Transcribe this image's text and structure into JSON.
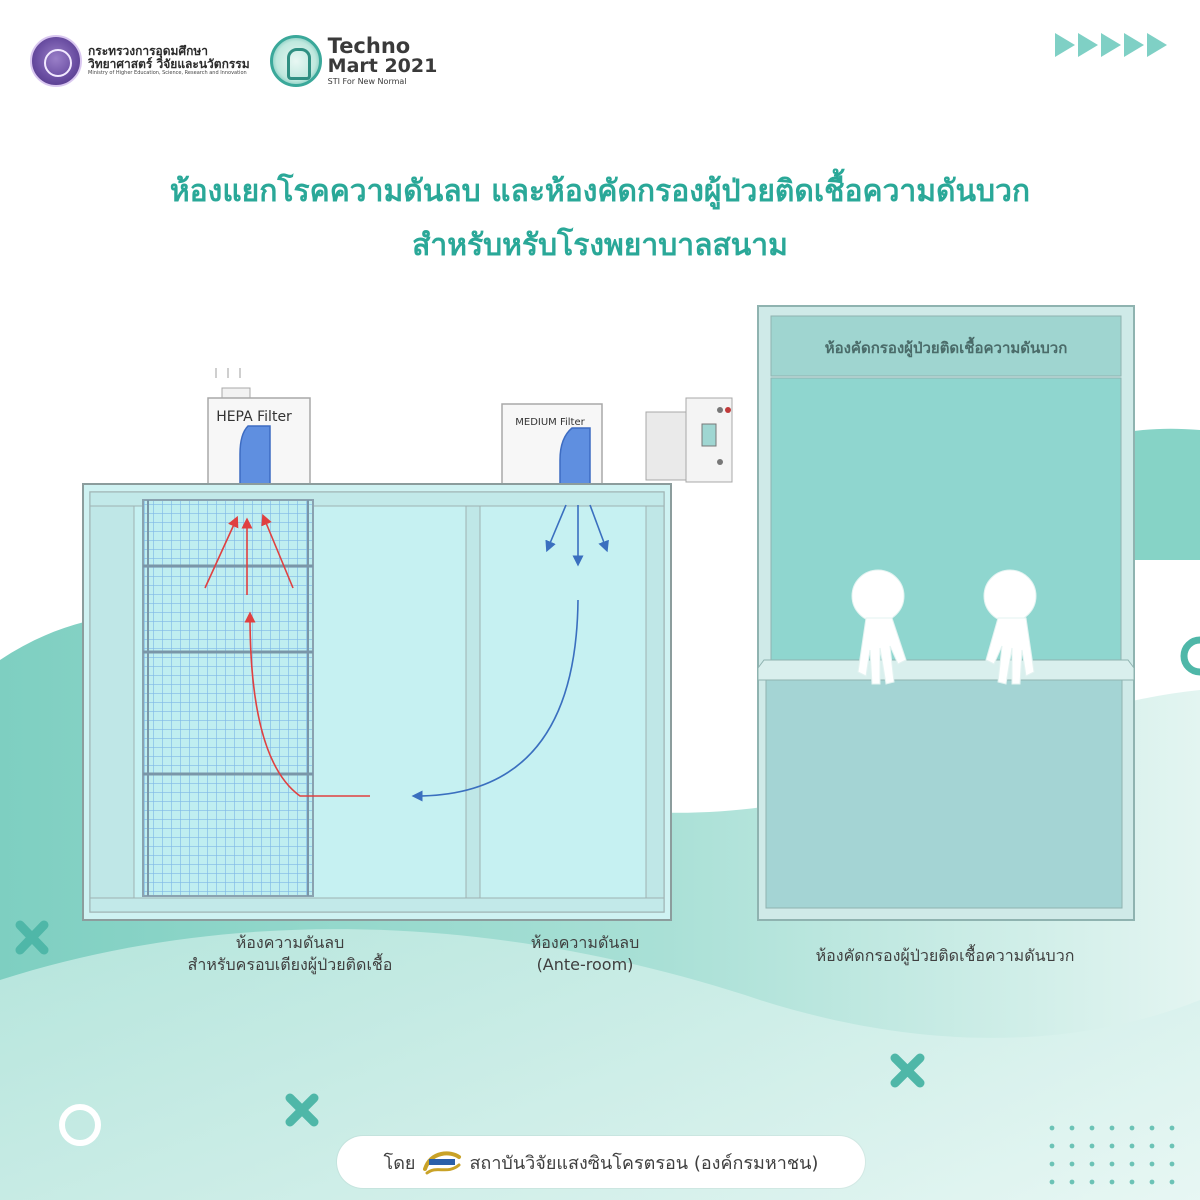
{
  "header": {
    "ministry_line1": "กระทรวงการอุดมศึกษา",
    "ministry_line2": "วิทยาศาสตร์ วิจัยและนวัตกรรม",
    "ministry_line3": "Ministry of Higher Education, Science, Research and Innovation",
    "techno_line1": "Techno",
    "techno_line2": "Mart 2021",
    "techno_line3": "STI For New Normal"
  },
  "title": {
    "line1": "ห้องแยกโรคความดันลบ และห้องคัดกรองผู้ป่วยติดเชื้อความดันบวก",
    "line2": "สำหรับหรับโรงพยาบาลสนาม"
  },
  "diagram": {
    "hepa_label": "HEPA Filter",
    "medium_label": "MEDIUM Filter",
    "booth_header": "ห้องคัดกรองผู้ป่วยติดเชื้อความดันบวก"
  },
  "captions": {
    "negative_room_line1": "ห้องความดันลบ",
    "negative_room_line2": "สำหรับครอบเตียงผู้ป่วยติดเชื้อ",
    "ante_room_line1": "ห้องความดันลบ",
    "ante_room_line2": "(Ante-room)",
    "positive_booth": "ห้องคัดกรองผู้ป่วยติดเชื้อความดันบวก"
  },
  "footer": {
    "by": "โดย",
    "org": "สถาบันวิจัยแสงซินโครตรอน (องค์กรมหาชน)"
  },
  "colors": {
    "accent": "#2aa898",
    "wave": "#7ecfc1",
    "cabinet": "#8fd6cf",
    "airflow_in": "#e04040",
    "airflow_out": "#3a6fbf"
  }
}
